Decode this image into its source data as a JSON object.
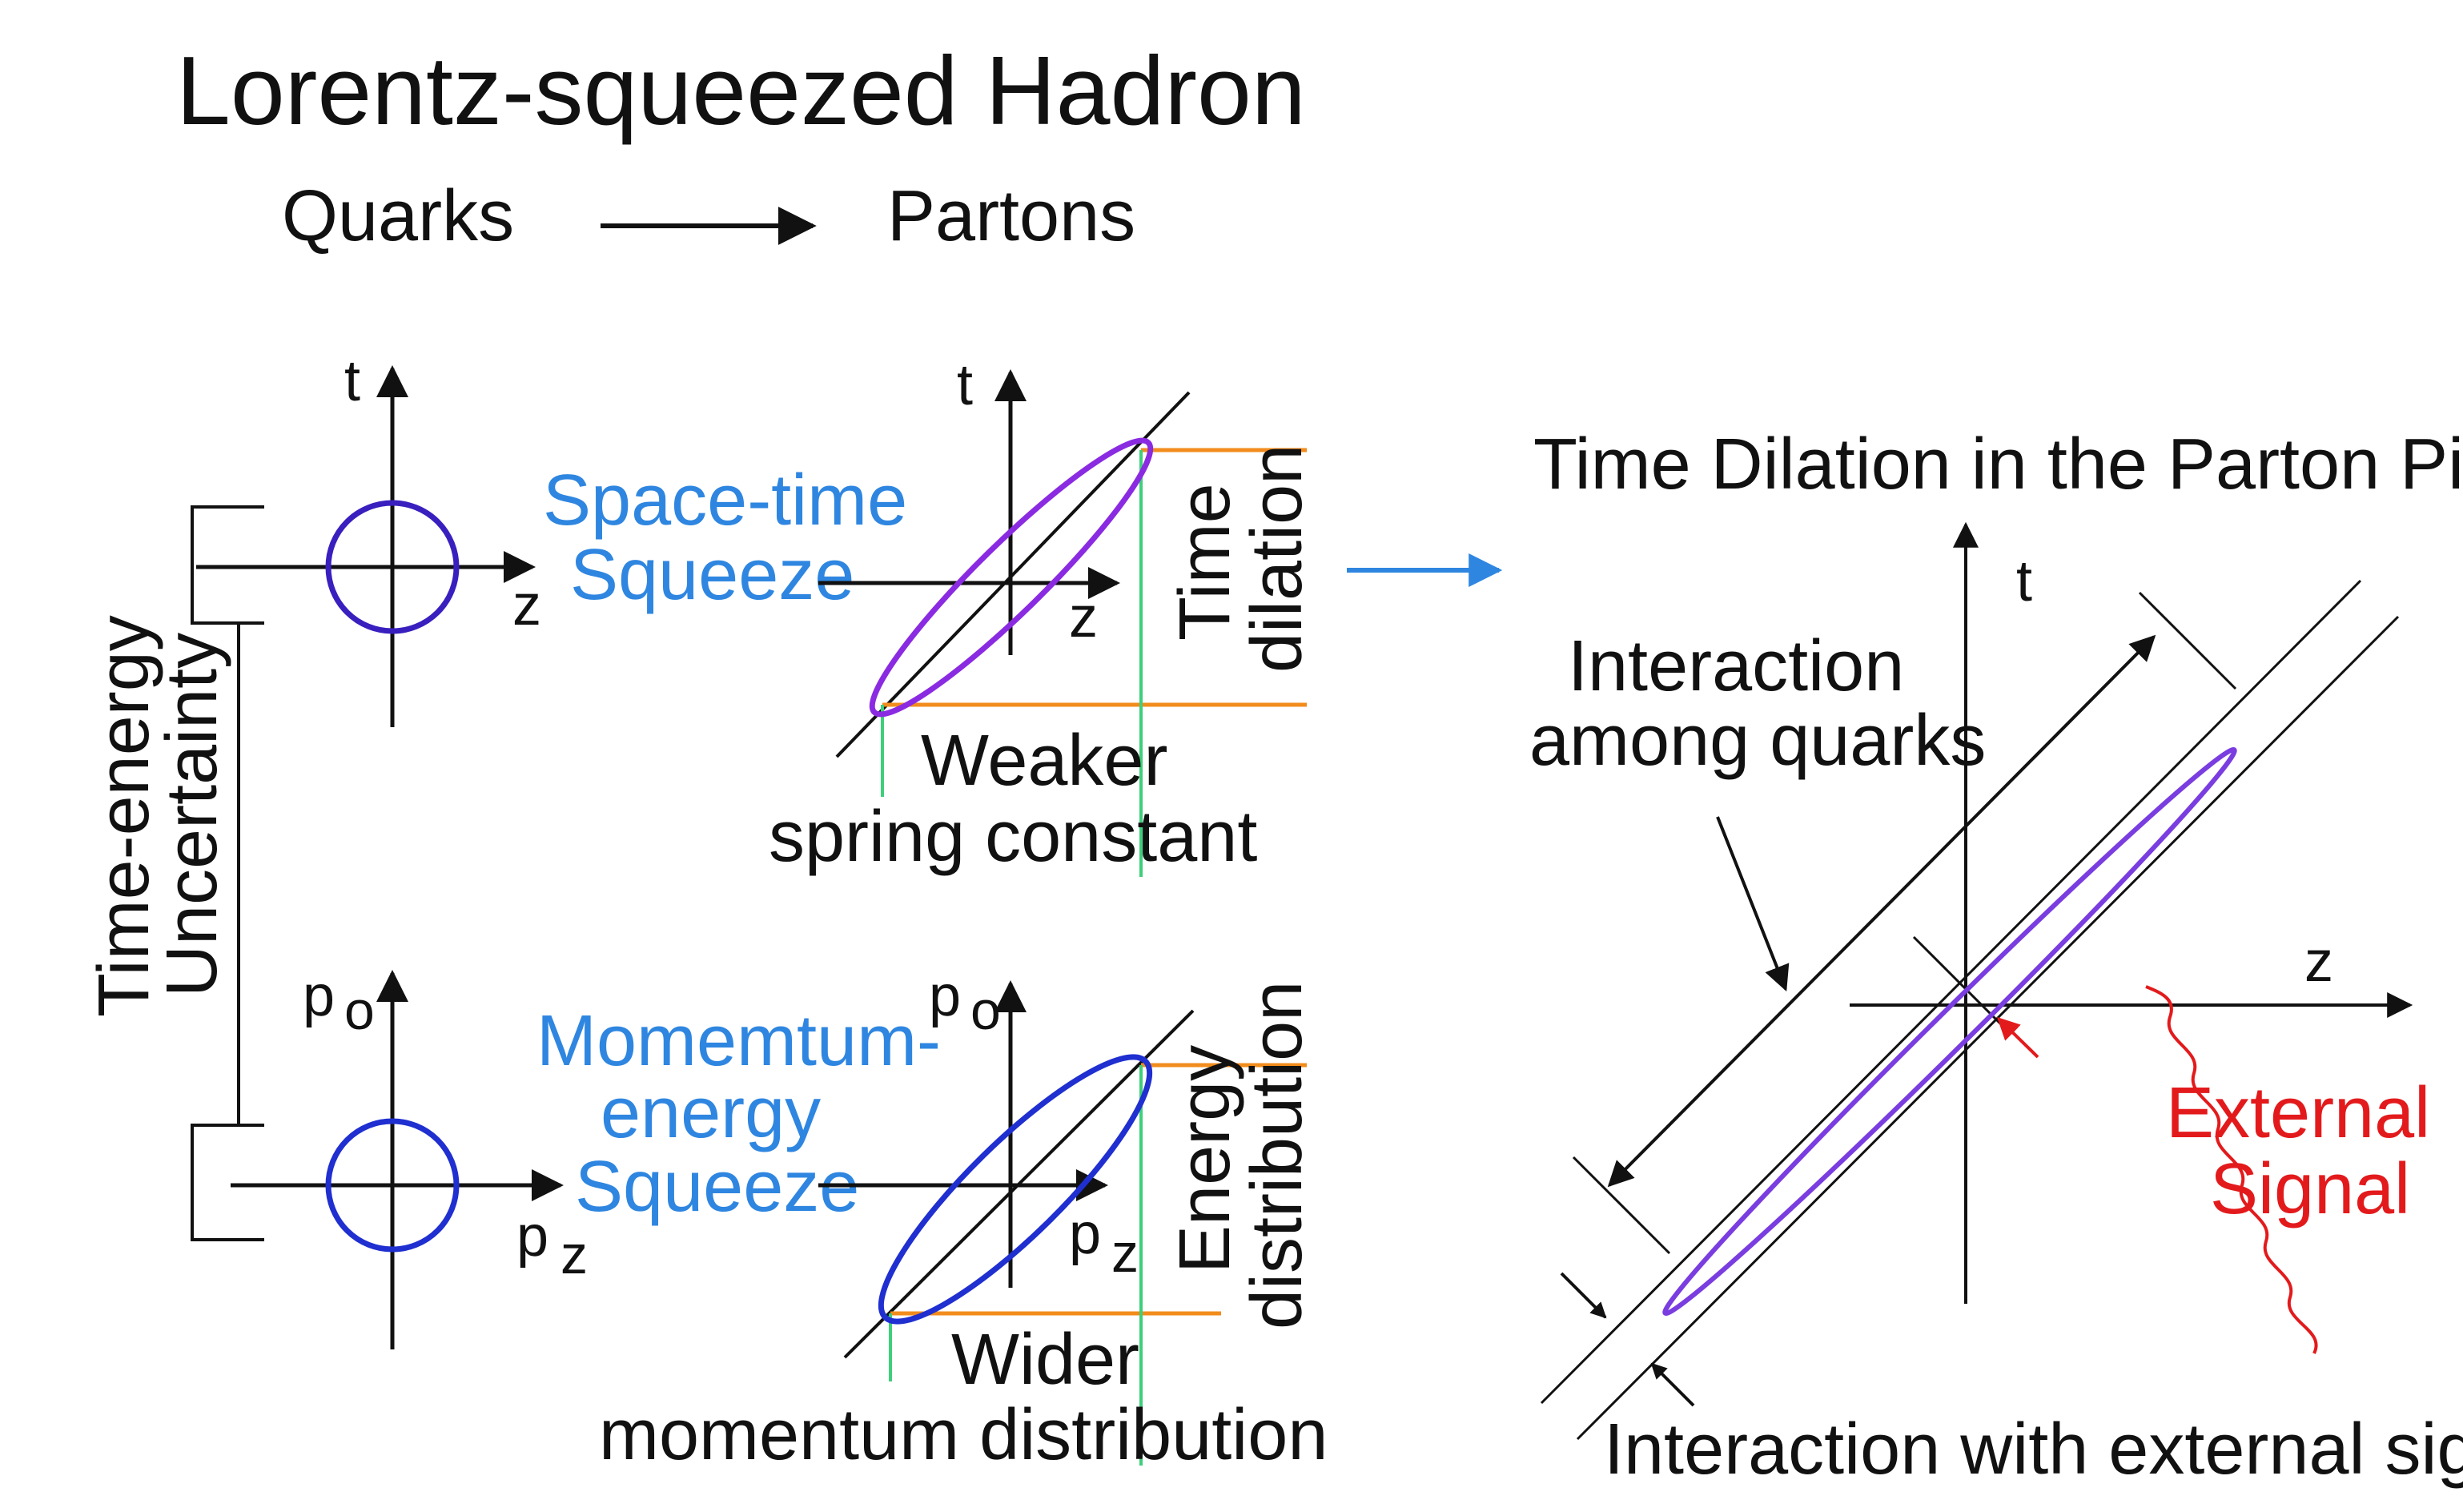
{
  "title": "Lorentz-squeezed Hadron",
  "subtitle": {
    "left": "Quarks",
    "right": "Partons"
  },
  "left_panels": {
    "bracket_label": [
      "Time-energy",
      "Uncertainty"
    ],
    "top": {
      "axis_t": "t",
      "axis_z": "z",
      "squeeze_label": [
        "Space-time",
        "Squeeze"
      ],
      "squeezed_axis_t": "t",
      "squeezed_axis_z": "z",
      "side_label": [
        "Time",
        "dilation"
      ],
      "bottom_label": [
        "Weaker",
        "spring constant"
      ]
    },
    "bottom": {
      "axis_p0": "p",
      "axis_p0_sub": "o",
      "axis_pz": "p",
      "axis_pz_sub": "z",
      "squeeze_label": [
        "Momemtum-",
        "energy",
        "Squeeze"
      ],
      "squeezed_axis_p0": "p",
      "squeezed_axis_p0_sub": "o",
      "squeezed_axis_pz": "p",
      "squeezed_axis_pz_sub": "z",
      "side_label": [
        "Energy",
        "distribution"
      ],
      "bottom_label": [
        "Wider",
        "momentum distribution"
      ]
    }
  },
  "right_panel": {
    "title": "Time Dilation in the Parton Picture",
    "axis_t": "t",
    "axis_z": "z",
    "interaction_quarks": [
      "Interaction",
      "among quarks"
    ],
    "external_signal": [
      "External",
      "Signal"
    ],
    "interaction_external": "Interaction with external signal"
  },
  "colors": {
    "circle_top": "#3a1fbf",
    "circle_bottom": "#1f2fd0",
    "ellipse_top": "#8a2be2",
    "ellipse_bottom": "#1f2fd0",
    "ellipse_right": "#7a3de0",
    "orange_lines": "#f28c1c",
    "green_lines": "#3ecf7a",
    "blue_text": "#2f86e0",
    "blue_arrow": "#2f86e0",
    "red_signal": "#e31a1c"
  }
}
